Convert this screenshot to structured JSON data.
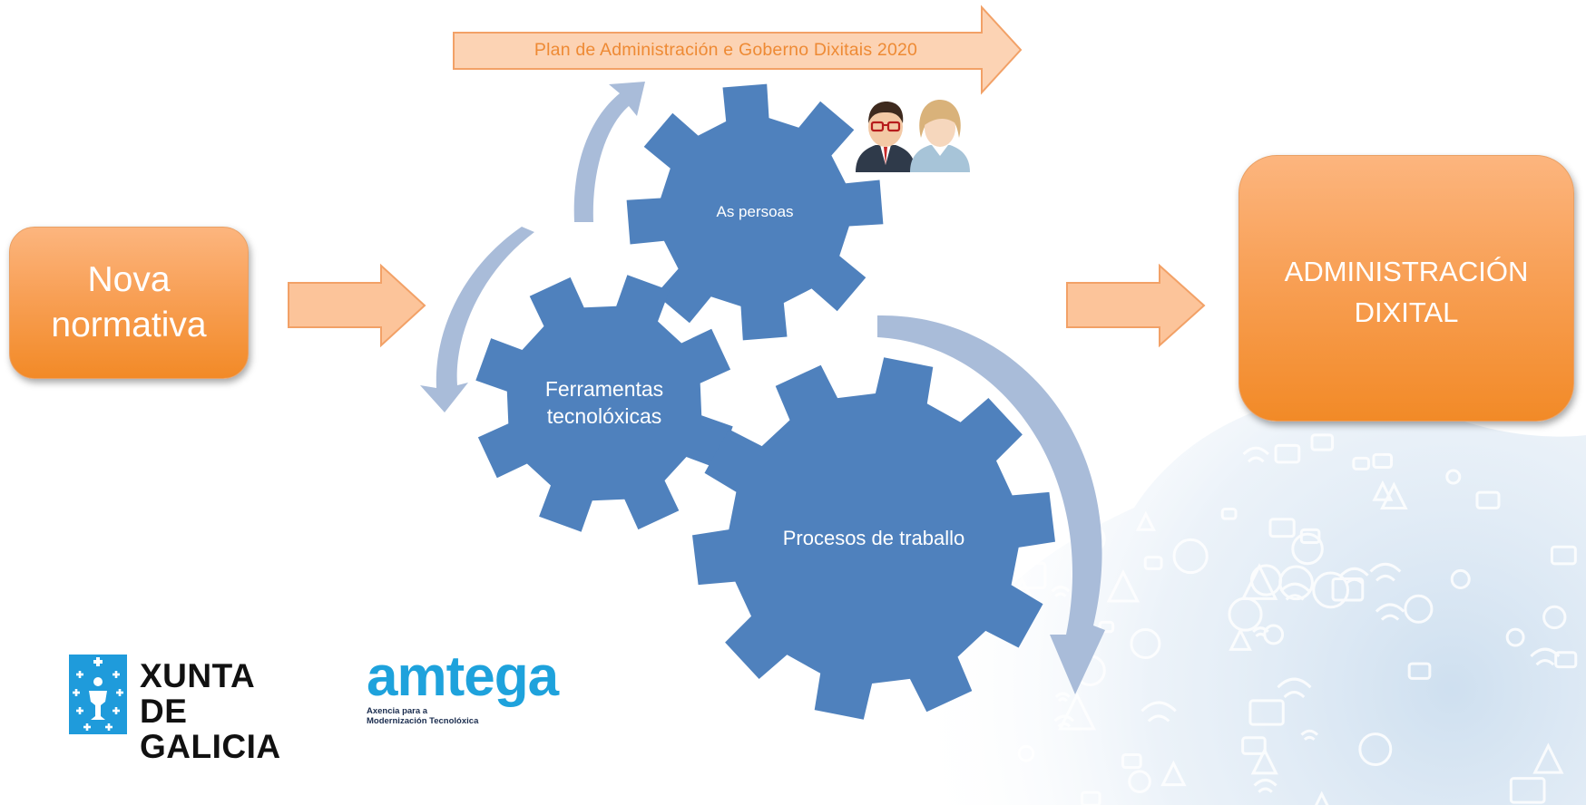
{
  "banner": {
    "plan_label": "Plan de Administración e Goberno Dixitais 2020"
  },
  "boxes": {
    "input": [
      "Nova",
      "normativa"
    ],
    "output": [
      "ADMINISTRACIÓN",
      "DIXITAL"
    ]
  },
  "gears": {
    "persoas": "As persoas",
    "ferramentas": [
      "Ferramentas",
      "tecnolóxicas"
    ],
    "procesos": "Procesos de traballo"
  },
  "logos": {
    "xunta": [
      "XUNTA",
      "DE GALICIA"
    ],
    "amtega": {
      "word": "amtega",
      "tagline": [
        "Axencia para a",
        "Modernización Tecnolóxica"
      ]
    }
  },
  "colors": {
    "gear": "#4f81bd",
    "cycle_arrow": "#a9bcd9",
    "orange_box": "#f8a056",
    "arrow_fill": "#fcc49a",
    "arrow_stroke": "#f2a167",
    "plan_text": "#ee8a34",
    "xunta_blue": "#1f9bdb",
    "amtega_blue": "#1ea2dc"
  },
  "icons": [
    "male-avatar-icon",
    "female-avatar-icon",
    "xunta-emblem-icon"
  ]
}
